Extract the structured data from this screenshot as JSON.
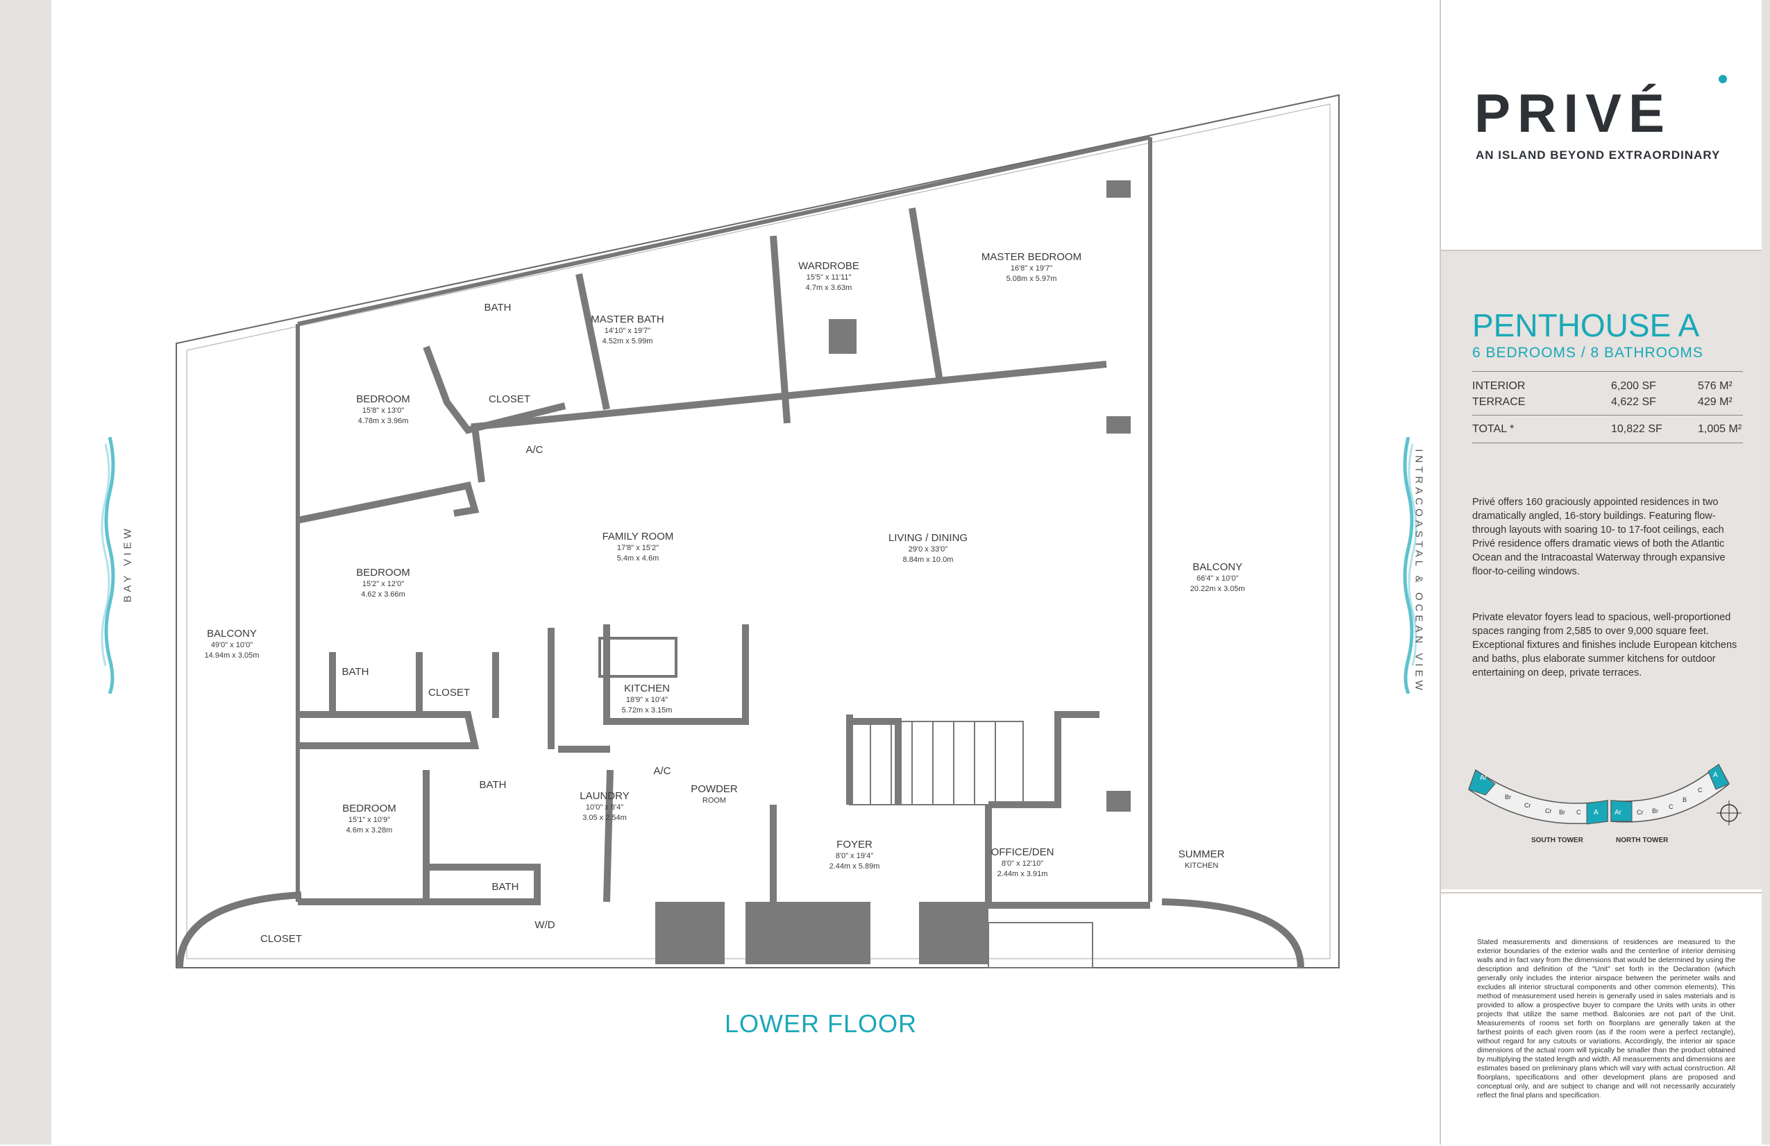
{
  "brand": {
    "logo": "PRIVÉ",
    "tagline": "AN ISLAND BEYOND EXTRAORDINARY",
    "accent_color": "#1aa8b8"
  },
  "unit": {
    "title": "PENTHOUSE A",
    "subtitle": "6 BEDROOMS / 8 BATHROOMS",
    "areas": [
      {
        "label": "INTERIOR",
        "sf": "6,200 SF",
        "m2": "576 M²"
      },
      {
        "label": "TERRACE",
        "sf": "4,622 SF",
        "m2": "429 M²"
      }
    ],
    "total": {
      "label": "TOTAL *",
      "sf": "10,822 SF",
      "m2": "1,005 M²"
    }
  },
  "description": [
    "Privé offers 160 graciously appointed residences in two dramatically angled, 16-story buildings. Featuring flow-through layouts with soaring 10- to 17-foot ceilings, each Privé residence offers dramatic views of both the Atlantic Ocean and the Intracoastal Waterway through expansive floor-to-ceiling windows.",
    "Private elevator foyers lead to spacious, well-proportioned spaces ranging from 2,585 to over 9,000 square feet. Exceptional fixtures and finishes include European kitchens and baths, plus elaborate summer kitchens for outdoor entertaining on deep, private terraces."
  ],
  "keyplan": {
    "south_tower": "SOUTH TOWER",
    "north_tower": "NORTH TOWER",
    "south_units": [
      "Ar",
      "Br",
      "Cr",
      "Cr",
      "Br",
      "C",
      "A"
    ],
    "north_units": [
      "Ar",
      "Cr",
      "Br",
      "C",
      "B",
      "C",
      "A"
    ]
  },
  "disclaimer": "Stated measurements and dimensions of residences are measured to the exterior boundaries of the exterior walls and the centerline of interior demising walls and in fact vary from the dimensions that would be determined by using the description and definition of the \"Unit\" set forth in the Declaration (which generally only includes the interior airspace between the perimeter walls and excludes all interior structural components and other common elements). This method of measurement used herein is generally used in sales materials and is provided to allow a prospective buyer to compare the Units with units in other projects that utilize the same method. Balconies are not part of the Unit. Measurements of rooms set forth on floorplans are generally taken at the farthest points of each given room (as if the room were a perfect rectangle), without regard for any cutouts or variations. Accordingly, the interior air space dimensions of the actual room will typically be smaller than the product obtained by multiplying the stated length and width. All measurements and dimensions are estimates based on preliminary plans which will vary with actual construction. All floorplans, specifications and other development plans are proposed and conceptual only, and are subject to change and will not necessarily accurately reflect the final plans and specification.",
  "plan": {
    "floor_label": "LOWER FLOOR",
    "bay_view": "BAY VIEW",
    "ocean_view": "INTRACOASTAL & OCEAN VIEW",
    "rooms": [
      {
        "name": "MASTER BEDROOM",
        "dims": [
          "16'8\" x 19'7\"",
          "5.08m x 5.97m"
        ]
      },
      {
        "name": "WARDROBE",
        "dims": [
          "15'5\" x 11'11\"",
          "4.7m x 3.63m"
        ]
      },
      {
        "name": "MASTER BATH",
        "dims": [
          "14'10\" x 19'7\"",
          "4.52m x 5.99m"
        ]
      },
      {
        "name": "BATH",
        "dims": []
      },
      {
        "name": "CLOSET",
        "dims": []
      },
      {
        "name": "BEDROOM",
        "dims": [
          "15'8\" x 13'0\"",
          "4.78m x 3.96m"
        ]
      },
      {
        "name": "FAMILY ROOM",
        "dims": [
          "17'8\" x 15'2\"",
          "5.4m x 4.6m"
        ]
      },
      {
        "name": "LIVING / DINING",
        "dims": [
          "29'0 x 33'0\"",
          "8.84m x 10.0m"
        ]
      },
      {
        "name": "BALCONY",
        "dims": [
          "66'4\" x 10'0\"",
          "20.22m x 3.05m"
        ]
      },
      {
        "name": "BEDROOM",
        "dims": [
          "15'2\" x 12'0\"",
          "4.62 x 3.66m"
        ]
      },
      {
        "name": "BALCONY",
        "dims": [
          "49'0\" x 10'0\"",
          "14.94m x 3.05m"
        ]
      },
      {
        "name": "BATH",
        "dims": []
      },
      {
        "name": "CLOSET",
        "dims": []
      },
      {
        "name": "KITCHEN",
        "dims": [
          "18'9\" x 10'4\"",
          "5.72m x 3.15m"
        ]
      },
      {
        "name": "A/C",
        "dims": []
      },
      {
        "name": "A/C",
        "dims": []
      },
      {
        "name": "POWDER",
        "dims": [
          "ROOM"
        ]
      },
      {
        "name": "LAUNDRY",
        "dims": [
          "10'0\" x 8'4\"",
          "3.05 x 2.54m"
        ]
      },
      {
        "name": "BATH",
        "dims": []
      },
      {
        "name": "BEDROOM",
        "dims": [
          "15'1\" x 10'9\"",
          "4.6m x 3.28m"
        ]
      },
      {
        "name": "BATH",
        "dims": []
      },
      {
        "name": "W/D",
        "dims": []
      },
      {
        "name": "FOYER",
        "dims": [
          "8'0\" x 19'4\"",
          "2.44m x 5.89m"
        ]
      },
      {
        "name": "OFFICE/DEN",
        "dims": [
          "8'0\" x 12'10\"",
          "2.44m x 3.91m"
        ]
      },
      {
        "name": "SUMMER",
        "dims": [
          "KITCHEN"
        ]
      },
      {
        "name": "CLOSET",
        "dims": []
      }
    ]
  }
}
